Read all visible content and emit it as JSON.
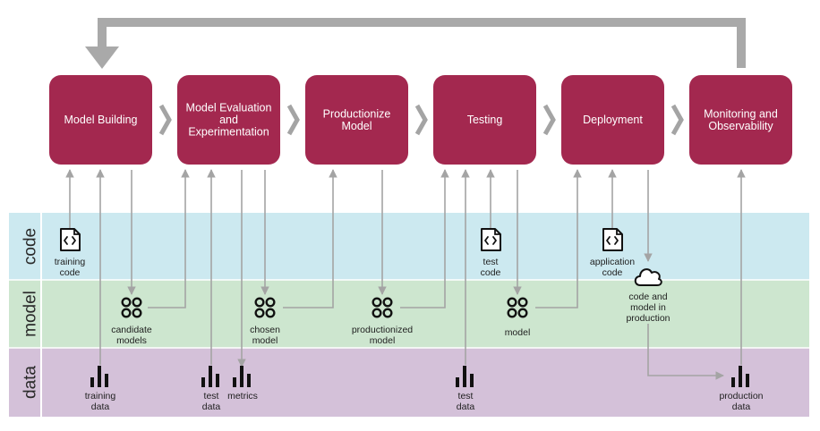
{
  "lanes": [
    {
      "id": "code",
      "label": "code",
      "color": "#cce9f0"
    },
    {
      "id": "model",
      "label": "model",
      "color": "#cde6cf"
    },
    {
      "id": "data",
      "label": "data",
      "color": "#d4c1d9"
    }
  ],
  "stages": [
    {
      "id": "model-building",
      "lines": [
        "Model Building"
      ]
    },
    {
      "id": "model-evaluation",
      "lines": [
        "Model Evaluation",
        "and",
        "Experimentation"
      ]
    },
    {
      "id": "productionize",
      "lines": [
        "Productionize",
        "Model"
      ]
    },
    {
      "id": "testing",
      "lines": [
        "Testing"
      ]
    },
    {
      "id": "deployment",
      "lines": [
        "Deployment"
      ]
    },
    {
      "id": "monitoring",
      "lines": [
        "Monitoring and",
        "Observability"
      ]
    }
  ],
  "artifacts": [
    {
      "id": "training-code",
      "icon": "code-file-icon",
      "lines": [
        "training",
        "code"
      ]
    },
    {
      "id": "test-code",
      "icon": "code-file-icon",
      "lines": [
        "test",
        "code"
      ]
    },
    {
      "id": "application-code",
      "icon": "code-file-icon",
      "lines": [
        "application",
        "code"
      ]
    },
    {
      "id": "candidate-models",
      "icon": "model-icon",
      "lines": [
        "candidate",
        "models"
      ]
    },
    {
      "id": "chosen-model",
      "icon": "model-icon",
      "lines": [
        "chosen",
        "model"
      ]
    },
    {
      "id": "productionized-model",
      "icon": "model-icon",
      "lines": [
        "productionized",
        "model"
      ]
    },
    {
      "id": "model",
      "icon": "model-icon",
      "lines": [
        "model"
      ]
    },
    {
      "id": "code-and-model-in-production",
      "icon": "cloud-icon",
      "lines": [
        "code and",
        "model  in",
        "production"
      ]
    },
    {
      "id": "training-data",
      "icon": "bar-chart-icon",
      "lines": [
        "training",
        "data"
      ]
    },
    {
      "id": "test-data-1",
      "icon": "bar-chart-icon",
      "lines": [
        "test",
        "data"
      ]
    },
    {
      "id": "metrics",
      "icon": "bar-chart-icon",
      "lines": [
        "metrics"
      ]
    },
    {
      "id": "test-data-2",
      "icon": "bar-chart-icon",
      "lines": [
        "test",
        "data"
      ]
    },
    {
      "id": "production-data",
      "icon": "bar-chart-icon",
      "lines": [
        "production",
        "data"
      ]
    }
  ],
  "colors": {
    "stage": "#a3284f",
    "arrow": "#a4a4a4",
    "loop_arrow": "#a9a9a9",
    "icon": "#111111"
  }
}
